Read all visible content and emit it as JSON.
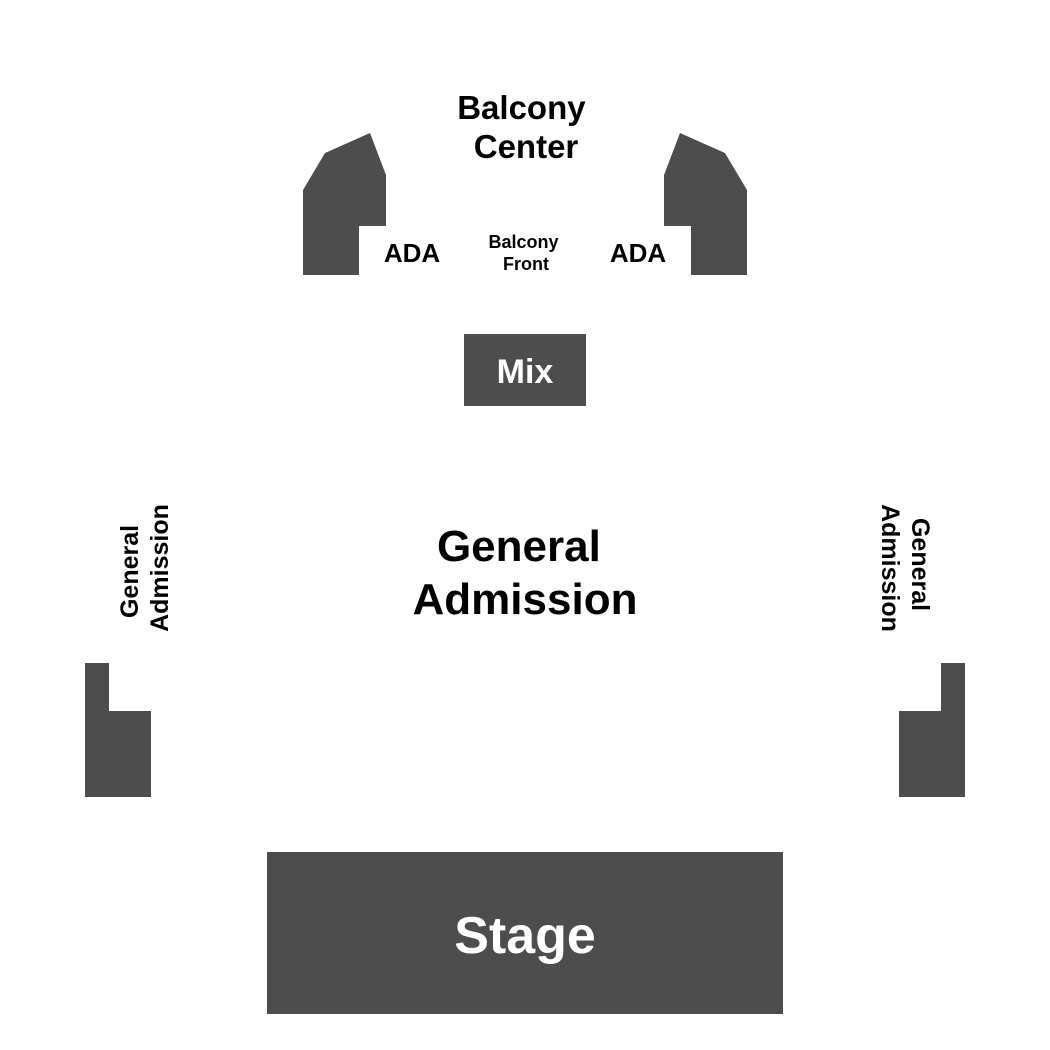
{
  "sections": {
    "balcony_center": {
      "line1": "Balcony",
      "line2": "Center"
    },
    "balcony_front": {
      "line1": "Balcony",
      "line2": "Front"
    },
    "ada_left": "ADA",
    "ada_right": "ADA",
    "mix": "Mix",
    "general_admission_center": {
      "line1": "General",
      "line2": "Admission"
    },
    "general_admission_left": {
      "line1": "General",
      "line2": "Admission"
    },
    "general_admission_right": {
      "line1": "General",
      "line2": "Admission"
    },
    "stage": "Stage"
  },
  "colors": {
    "block_fill": "#4d4d4d",
    "background": "#ffffff",
    "label_dark": "#000000",
    "label_light": "#ffffff"
  }
}
